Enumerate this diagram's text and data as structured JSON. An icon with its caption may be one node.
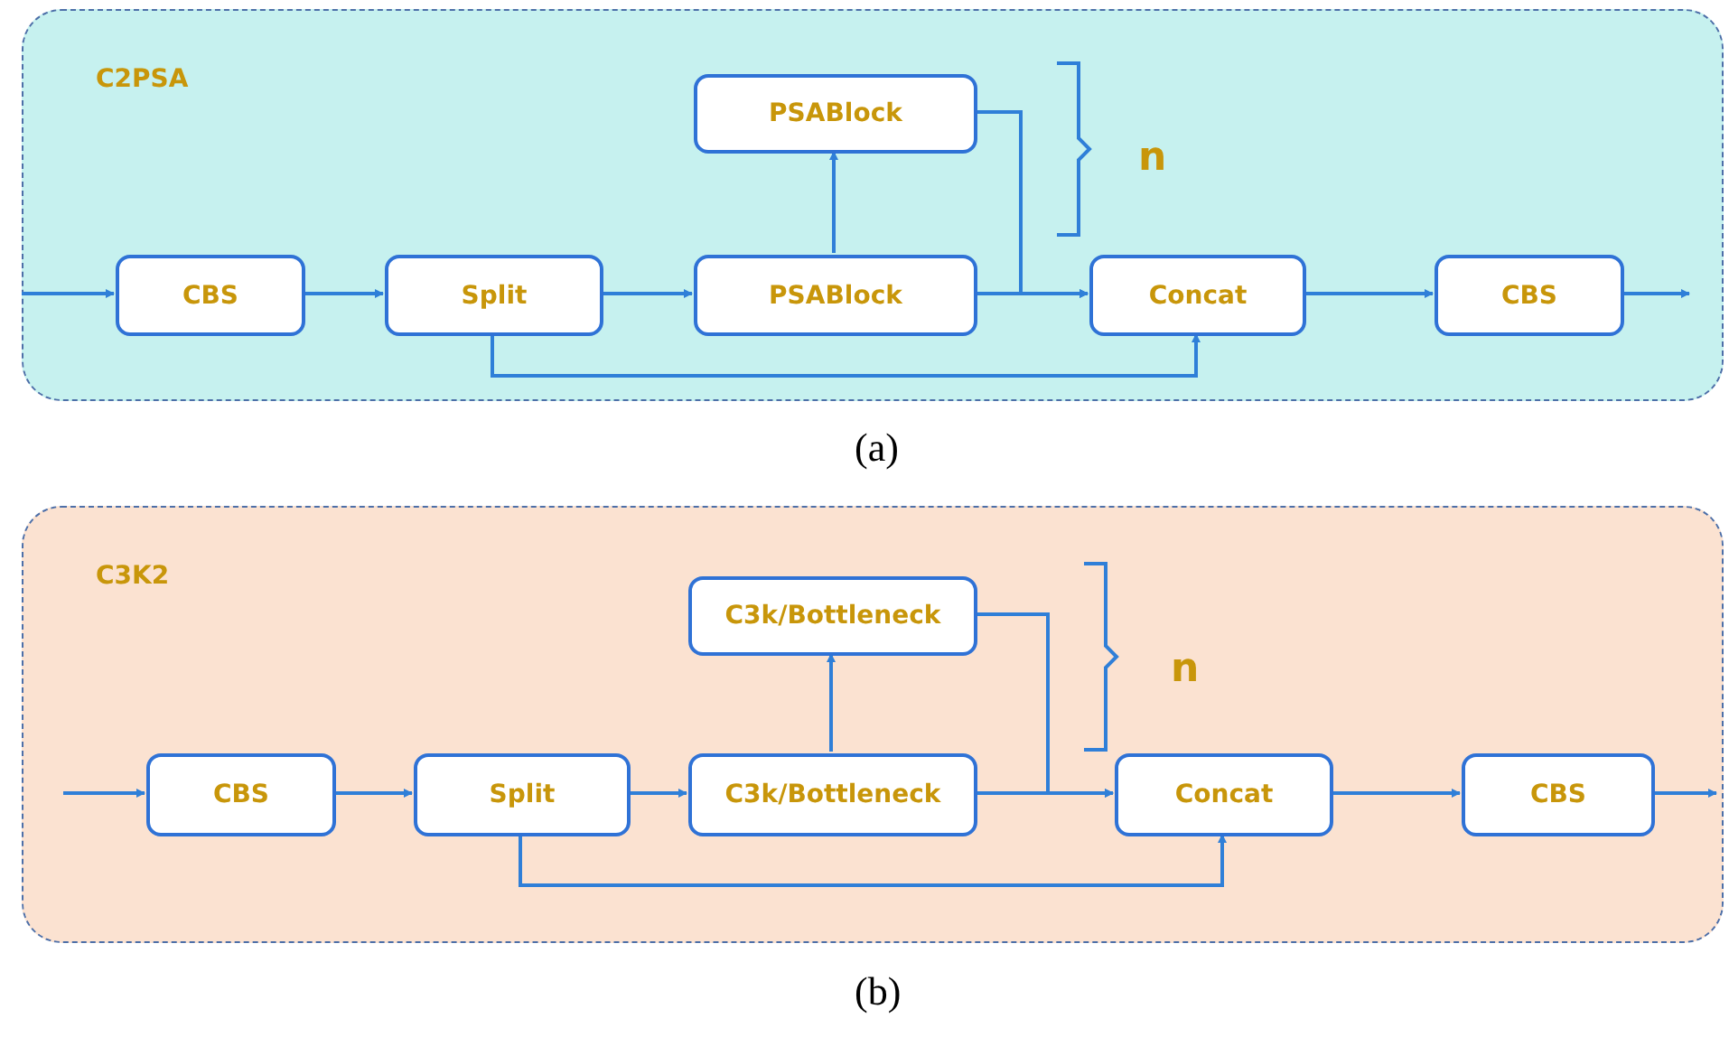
{
  "diagram": {
    "nodes": [
      {
        "text": [
          "C2PSA"
        ]
      },
      {
        "text": [
          "PSABlock"
        ],
        "in": 0
      },
      {
        "text": [
          "CBS"
        ],
        "in": 0
      },
      {
        "text": [
          "Split"
        ],
        "in": 0
      },
      {
        "text": [
          "PSABlock"
        ],
        "in": 0
      },
      {
        "text": [
          "Concat"
        ],
        "in": 0
      },
      {
        "text": [
          "CBS"
        ],
        "in": 0
      },
      {
        "text": [
          "C3K2"
        ]
      },
      {
        "text": [
          "C3k/Bottleneck"
        ],
        "in": 7
      },
      {
        "text": [
          "CBS"
        ],
        "in": 7
      },
      {
        "text": [
          "Split"
        ],
        "in": 7
      },
      {
        "text": [
          "C3k/Bottleneck"
        ],
        "in": 7
      },
      {
        "text": [
          "Concat"
        ],
        "in": 7
      },
      {
        "text": [
          "CBS"
        ],
        "in": 7
      }
    ],
    "edges": [
      {
        "from": null,
        "to": 2,
        "arrow": "to"
      },
      {
        "from": 2,
        "to": 3,
        "arrow": "to"
      },
      {
        "from": 3,
        "to": 4,
        "arrow": "to"
      },
      {
        "from": 4,
        "to": 5,
        "arrow": "to"
      },
      {
        "from": 4,
        "to": 1,
        "arrow": "to"
      },
      {
        "from": 1,
        "to": 5,
        "arrow": "to"
      },
      {
        "from": 3,
        "to": 5,
        "arrow": "to"
      },
      {
        "from": 5,
        "to": 6,
        "arrow": "to"
      },
      {
        "from": 6,
        "to": null,
        "arrow": "to"
      },
      {
        "from": null,
        "to": 9,
        "arrow": "to"
      },
      {
        "from": 9,
        "to": 10,
        "arrow": "to"
      },
      {
        "from": 10,
        "to": 11,
        "arrow": "to"
      },
      {
        "from": 11,
        "to": 12,
        "arrow": "to"
      },
      {
        "from": 11,
        "to": 8,
        "arrow": "to"
      },
      {
        "from": 8,
        "to": 12,
        "arrow": "to"
      },
      {
        "from": 10,
        "to": 12,
        "arrow": "to"
      },
      {
        "from": 12,
        "to": 13,
        "arrow": "to"
      },
      {
        "from": 13,
        "to": null,
        "arrow": "to"
      }
    ],
    "labels": [
      "n",
      "(a)",
      "n",
      "(b)"
    ]
  }
}
